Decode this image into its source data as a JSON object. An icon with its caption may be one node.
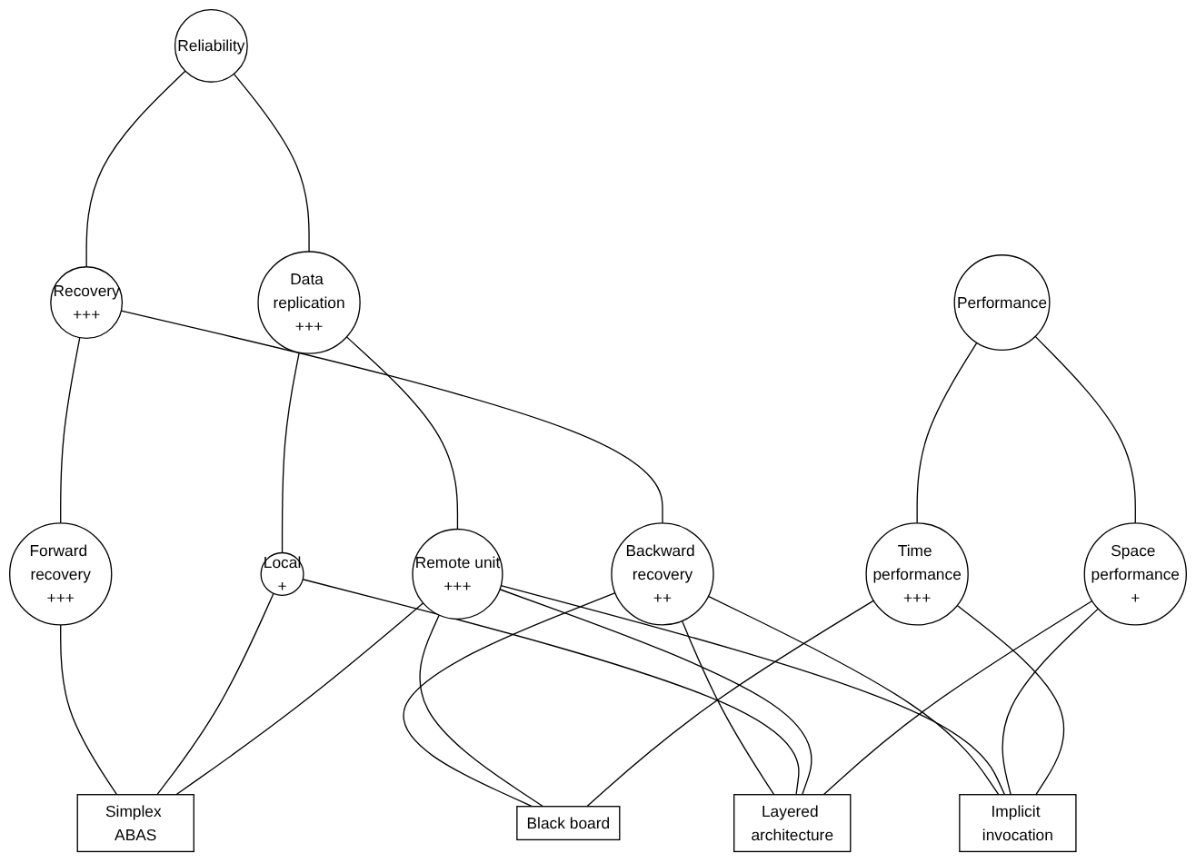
{
  "diagram": {
    "nodes": [
      {
        "text": [
          "Reliability"
        ]
      },
      {
        "text": [
          "Recovery",
          "+++"
        ]
      },
      {
        "text": [
          "Data replication",
          "+++"
        ]
      },
      {
        "text": [
          "Backward recovery",
          "++"
        ]
      },
      {
        "text": [
          "Forward recovery",
          "+++"
        ]
      },
      {
        "text": [
          "Local",
          "+"
        ]
      },
      {
        "text": [
          "Remote unit",
          "+++"
        ]
      },
      {
        "text": [
          "Performance"
        ]
      },
      {
        "text": [
          "Space performance",
          "+"
        ]
      },
      {
        "text": [
          "Time performance",
          "+++"
        ]
      },
      {
        "text": [
          "Layered architecture"
        ]
      },
      {
        "text": [
          "Simplex ABAS"
        ]
      },
      {
        "text": [
          "Implicit invocation"
        ]
      },
      {
        "text": [
          "Black board"
        ]
      }
    ],
    "edges": [
      {
        "from": 0,
        "to": 1,
        "arrow": "none"
      },
      {
        "from": 0,
        "to": 2,
        "arrow": "none"
      },
      {
        "from": 1,
        "to": 3,
        "arrow": "none"
      },
      {
        "from": 1,
        "to": 4,
        "arrow": "none"
      },
      {
        "from": 2,
        "to": 5,
        "arrow": "none"
      },
      {
        "from": 2,
        "to": 6,
        "arrow": "none"
      },
      {
        "from": 7,
        "to": 8,
        "arrow": "none"
      },
      {
        "from": 7,
        "to": 9,
        "arrow": "none"
      },
      {
        "from": 3,
        "to": 10,
        "arrow": "none"
      },
      {
        "from": 3,
        "to": 12,
        "arrow": "none"
      },
      {
        "from": 3,
        "to": 13,
        "arrow": "none"
      },
      {
        "from": 4,
        "to": 11,
        "arrow": "none"
      },
      {
        "from": 5,
        "to": 10,
        "arrow": "none"
      },
      {
        "from": 5,
        "to": 11,
        "arrow": "none"
      },
      {
        "from": 6,
        "to": 10,
        "arrow": "none"
      },
      {
        "from": 6,
        "to": 11,
        "arrow": "none"
      },
      {
        "from": 6,
        "to": 12,
        "arrow": "none"
      },
      {
        "from": 6,
        "to": 13,
        "arrow": "none"
      },
      {
        "from": 8,
        "to": 10,
        "arrow": "none"
      },
      {
        "from": 8,
        "to": 12,
        "arrow": "none"
      },
      {
        "from": 9,
        "to": 12,
        "arrow": "none"
      },
      {
        "from": 9,
        "to": 13,
        "arrow": "none"
      }
    ]
  }
}
